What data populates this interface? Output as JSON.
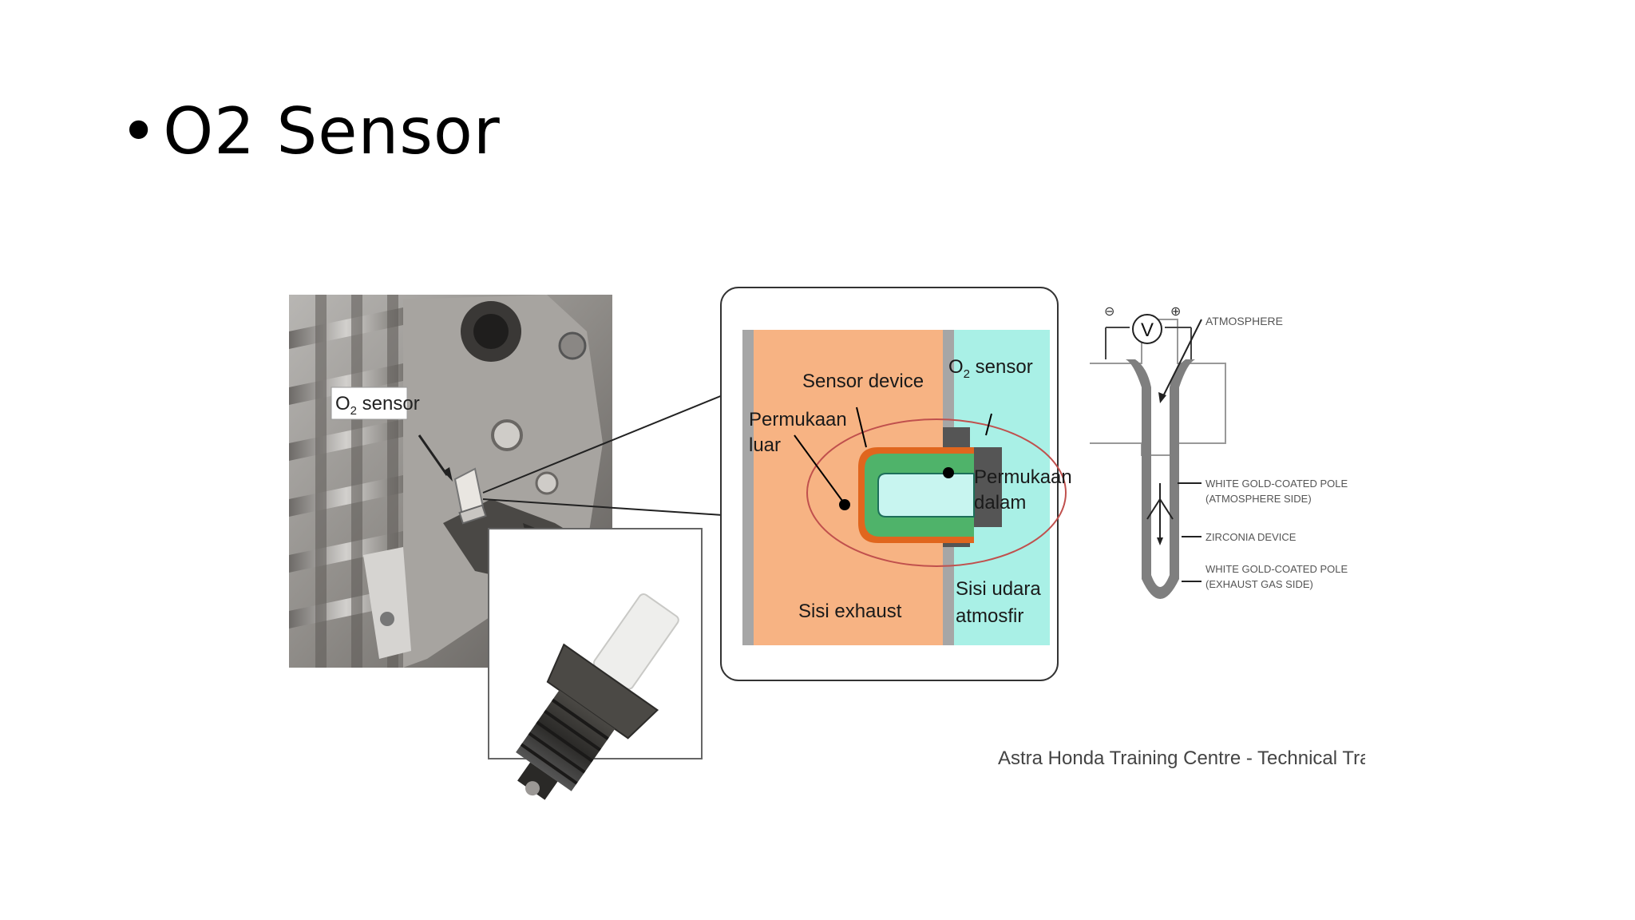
{
  "slide": {
    "bullet": "•",
    "title": "O2 Sensor"
  },
  "photo": {
    "label_prefix": "O",
    "label_sub": "2",
    "label_suffix": " sensor"
  },
  "diagram": {
    "sensor_device": "Sensor device",
    "o2_prefix": "O",
    "o2_sub": "2",
    "o2_suffix": " sensor",
    "outer_surface_line1": "Permukaan",
    "outer_surface_line2": "luar",
    "inner_surface_line1": "Permukaan",
    "inner_surface_line2": "dalam",
    "exhaust_side": "Sisi exhaust",
    "atmosphere_side_line1": "Sisi udara",
    "atmosphere_side_line2": "atmosfir"
  },
  "schematic": {
    "minus_sign": "⊖",
    "plus_sign": "⊕",
    "voltmeter": "V",
    "atmosphere": "ATMOSPHERE",
    "pole_atm_line1": "WHITE GOLD-COATED POLE",
    "pole_atm_line2": "(ATMOSPHERE SIDE)",
    "zirconia": "ZIRCONIA DEVICE",
    "pole_exh_line1": "WHITE GOLD-COATED POLE",
    "pole_exh_line2": "(EXHAUST GAS SIDE)"
  },
  "credit": "Astra Honda Training Centre - Technical Training Dept.",
  "colors": {
    "exhaust_side": "#f7b383",
    "atmosphere_side": "#a9f0e6",
    "sensor_outer": "#e0661e",
    "sensor_green": "#4fb36a",
    "sensor_inner": "#c8f5f0"
  }
}
